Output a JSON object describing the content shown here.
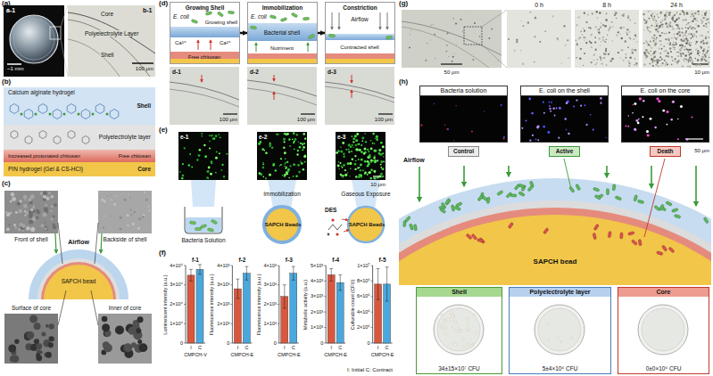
{
  "diagram": {
    "nodes": [
      {
        "text": [
          "Calcium alginate hydrogel",
          "Shell"
        ]
      },
      {
        "text": [
          "Polyelectrolyte layer"
        ]
      },
      {
        "text": [
          "Increased protonated chitosan",
          "Free chitosan"
        ]
      },
      {
        "text": [
          "PIN hydrogel (Gel & CS-HCl)",
          "Core"
        ]
      },
      {
        "text": [
          "Growing Shell"
        ]
      },
      {
        "text": [
          "Immobilization"
        ]
      },
      {
        "text": [
          "Constriction"
        ]
      },
      {
        "text": [
          "SAPCH Beads"
        ]
      },
      {
        "text": [
          "SAPCH Beads"
        ]
      },
      {
        "text": [
          "Bacteria solution"
        ]
      },
      {
        "text": [
          "E. coli on the shell"
        ]
      },
      {
        "text": [
          "E. coli on the core"
        ]
      },
      {
        "text": [
          "Control"
        ]
      },
      {
        "text": [
          "Active"
        ]
      },
      {
        "text": [
          "Death"
        ]
      },
      {
        "text": [
          "Shell",
          "34±15×10⁷ CFU"
        ]
      },
      {
        "text": [
          "Polyelectrolyte layer",
          "5±4×10⁶ CFU"
        ]
      },
      {
        "text": [
          "Core",
          "0±0×10⁶ CFU"
        ]
      }
    ],
    "edges": [
      {
        "from": 4,
        "to": 5,
        "arrow": "to"
      },
      {
        "from": 5,
        "to": 6,
        "arrow": "to"
      }
    ],
    "labels": [
      "(a)",
      "a-1",
      "b-1",
      "Core",
      "Polyelectrolyte Layer",
      "Shell",
      "~1 mm",
      "100 μm",
      "(b)",
      "(c)",
      "Front of shell",
      "Backside of shell",
      "Airflow",
      "SAPCH bead",
      "Surface of core",
      "Inner of core",
      "(d)",
      "E. coli",
      "Growing shell",
      "Ca²⁺",
      "Ca²⁺",
      "Free chitosan",
      "E. coli",
      "Bacterial shell",
      "Nutriment",
      "Airflow",
      "Contracted shell",
      "d-1",
      "100 μm",
      "d-2",
      "100 μm",
      "d-3",
      "100 μm",
      "(e)",
      "e-1",
      "e-2",
      "e-3",
      "10 μm",
      "Bacteria Solution",
      "Immobilization",
      "Gaseous Exposure",
      "DES",
      "(f)",
      "f-1",
      "Luminescent intensity (a.u.)",
      "0",
      "1×10⁴",
      "2×10⁴",
      "3×10⁴",
      "4×10⁴",
      "I",
      "C",
      "CMPCH-V",
      "f-2",
      "Fluorescence intensity (a.u.)",
      "0",
      "1×10³",
      "2×10³",
      "3×10³",
      "4×10³",
      "I",
      "C",
      "CMPCH-E",
      "f-3",
      "Fluorescence intensity (a.u.)",
      "0",
      "1×10³",
      "2×10³",
      "3×10³",
      "4×10³",
      "I",
      "C",
      "CMPCH-E",
      "f-4",
      "Metabolic activity (a.u.)",
      "0",
      "1×10³",
      "2×10³",
      "3×10³",
      "4×10³",
      "5×10³",
      "I",
      "C",
      "CMPCH-E",
      "f-5",
      "Culturable count (CFU)",
      "0",
      "2×10⁶",
      "4×10⁶",
      "6×10⁶",
      "8×10⁶",
      "1×10⁷",
      "I",
      "C",
      "CMPCH-E",
      "I: Initial C: Contract",
      "(g)",
      "50 μm",
      "0 h",
      "8 h",
      "24 h",
      "10 μm",
      "(h)",
      "Airflow",
      "50 μm",
      "SAPCH bead"
    ]
  }
}
